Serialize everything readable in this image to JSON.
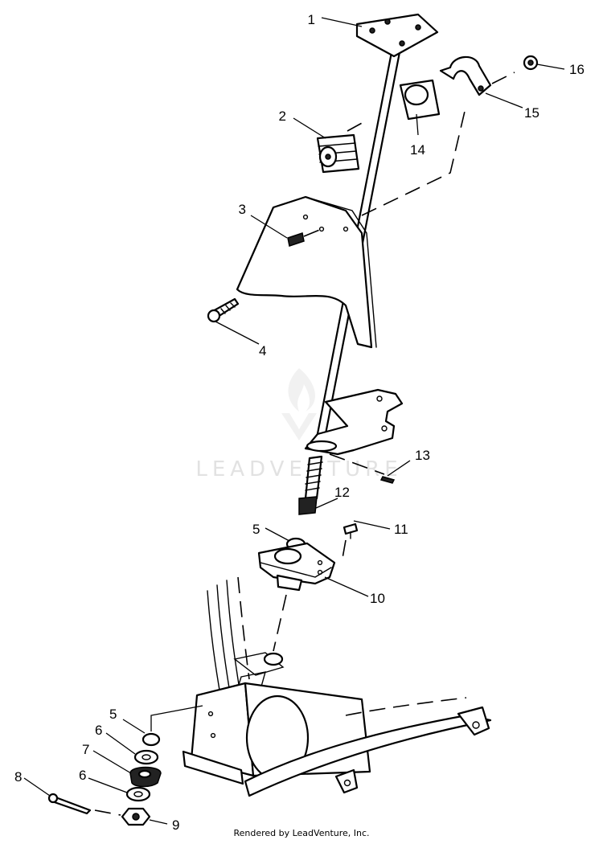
{
  "diagram": {
    "callouts": [
      {
        "id": "1",
        "label": "1"
      },
      {
        "id": "2",
        "label": "2"
      },
      {
        "id": "3",
        "label": "3"
      },
      {
        "id": "4",
        "label": "4"
      },
      {
        "id": "5a",
        "label": "5"
      },
      {
        "id": "5b",
        "label": "5"
      },
      {
        "id": "6a",
        "label": "6"
      },
      {
        "id": "6b",
        "label": "6"
      },
      {
        "id": "7",
        "label": "7"
      },
      {
        "id": "8",
        "label": "8"
      },
      {
        "id": "9",
        "label": "9"
      },
      {
        "id": "10",
        "label": "10"
      },
      {
        "id": "11",
        "label": "11"
      },
      {
        "id": "12",
        "label": "12"
      },
      {
        "id": "13",
        "label": "13"
      },
      {
        "id": "14",
        "label": "14"
      },
      {
        "id": "15",
        "label": "15"
      },
      {
        "id": "16",
        "label": "16"
      }
    ],
    "watermark": "LEADVENTURE"
  },
  "footer": {
    "text": "Rendered by LeadVenture, Inc."
  }
}
